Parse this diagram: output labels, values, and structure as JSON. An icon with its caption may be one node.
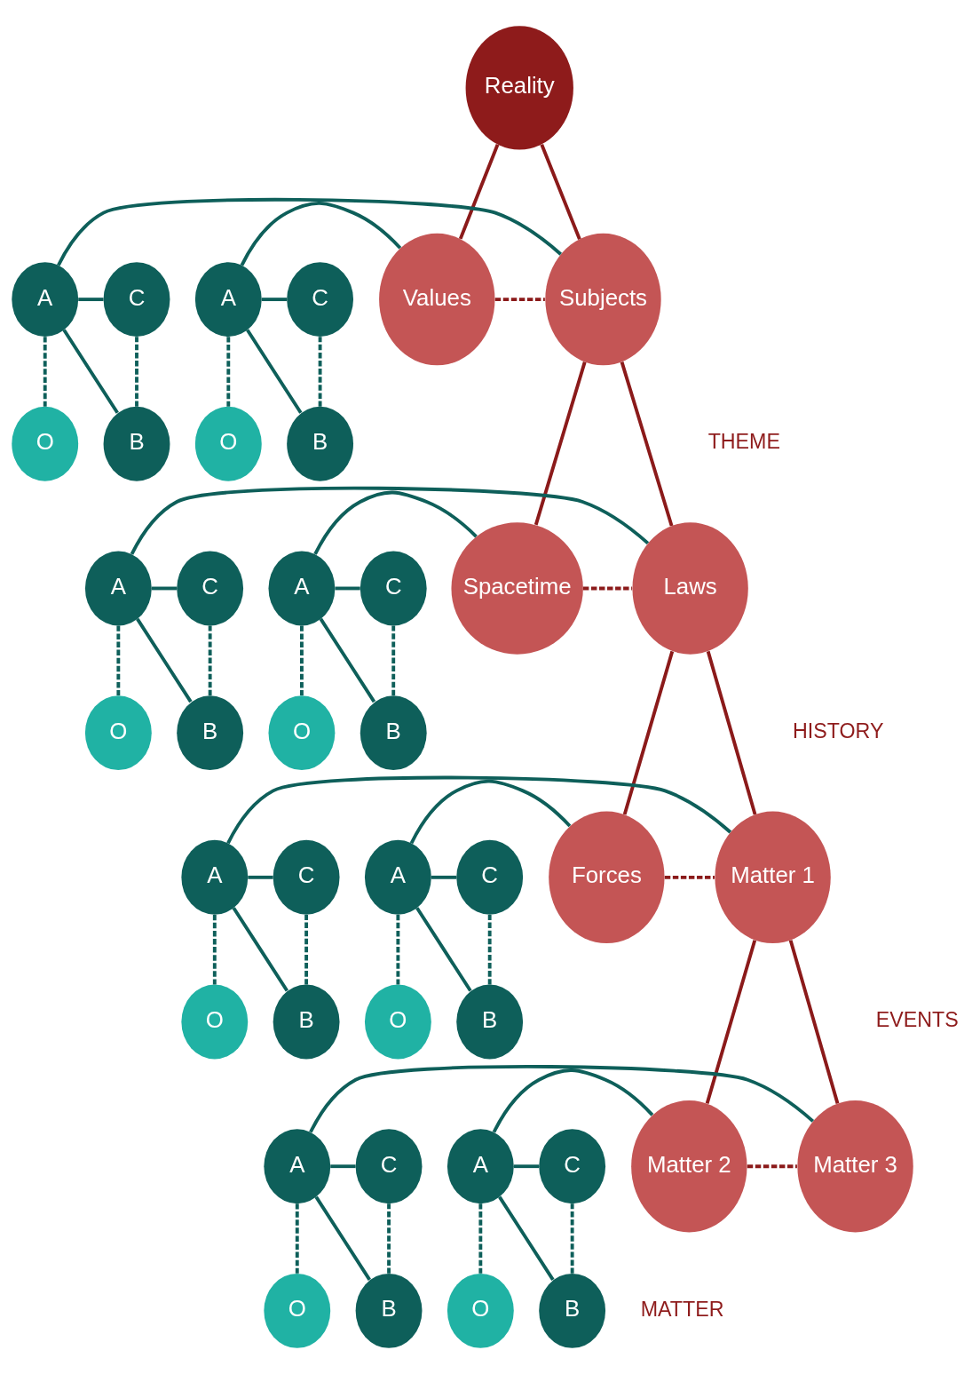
{
  "diagram": {
    "nodes": [
      {
        "text": [
          "Reality"
        ]
      },
      {
        "text": [
          "Values"
        ]
      },
      {
        "text": [
          "Subjects"
        ]
      },
      {
        "text": [
          "Spacetime"
        ]
      },
      {
        "text": [
          "Laws"
        ]
      },
      {
        "text": [
          "Forces"
        ]
      },
      {
        "text": [
          "Matter 1"
        ]
      },
      {
        "text": [
          "Matter 2"
        ]
      },
      {
        "text": [
          "Matter 3"
        ]
      },
      {
        "text": [
          "A"
        ]
      },
      {
        "text": [
          "B"
        ]
      },
      {
        "text": [
          "C"
        ]
      },
      {
        "text": [
          "O"
        ]
      },
      {
        "text": [
          "A"
        ]
      },
      {
        "text": [
          "B"
        ]
      },
      {
        "text": [
          "C"
        ]
      },
      {
        "text": [
          "O"
        ]
      },
      {
        "text": [
          "A"
        ]
      },
      {
        "text": [
          "B"
        ]
      },
      {
        "text": [
          "C"
        ]
      },
      {
        "text": [
          "O"
        ]
      },
      {
        "text": [
          "A"
        ]
      },
      {
        "text": [
          "B"
        ]
      },
      {
        "text": [
          "C"
        ]
      },
      {
        "text": [
          "O"
        ]
      },
      {
        "text": [
          "A"
        ]
      },
      {
        "text": [
          "B"
        ]
      },
      {
        "text": [
          "C"
        ]
      },
      {
        "text": [
          "O"
        ]
      },
      {
        "text": [
          "A"
        ]
      },
      {
        "text": [
          "B"
        ]
      },
      {
        "text": [
          "C"
        ]
      },
      {
        "text": [
          "O"
        ]
      },
      {
        "text": [
          "A"
        ]
      },
      {
        "text": [
          "B"
        ]
      },
      {
        "text": [
          "C"
        ]
      },
      {
        "text": [
          "O"
        ]
      },
      {
        "text": [
          "A"
        ]
      },
      {
        "text": [
          "B"
        ]
      },
      {
        "text": [
          "C"
        ]
      },
      {
        "text": [
          "O"
        ]
      }
    ],
    "edges": [
      {
        "from": 0,
        "to": 1,
        "arrow": "none",
        "color": "#8b1a1a"
      },
      {
        "from": 0,
        "to": 2,
        "arrow": "none",
        "color": "#8b1a1a"
      },
      {
        "from": 1,
        "to": 2,
        "arrow": "none",
        "style": "dashed",
        "color": "#8b1a1a"
      },
      {
        "from": 2,
        "to": 3,
        "arrow": "none",
        "color": "#8b1a1a"
      },
      {
        "from": 2,
        "to": 4,
        "arrow": "none",
        "color": "#8b1a1a"
      },
      {
        "from": 3,
        "to": 4,
        "arrow": "none",
        "style": "dashed",
        "color": "#8b1a1a"
      },
      {
        "from": 4,
        "to": 5,
        "arrow": "none",
        "color": "#8b1a1a"
      },
      {
        "from": 4,
        "to": 6,
        "arrow": "none",
        "color": "#8b1a1a"
      },
      {
        "from": 5,
        "to": 6,
        "arrow": "none",
        "style": "dashed",
        "color": "#8b1a1a"
      },
      {
        "from": 6,
        "to": 7,
        "arrow": "none",
        "color": "#8b1a1a"
      },
      {
        "from": 6,
        "to": 8,
        "arrow": "none",
        "color": "#8b1a1a"
      },
      {
        "from": 7,
        "to": 8,
        "arrow": "none",
        "style": "dashed",
        "color": "#8b1a1a"
      },
      {
        "from": 9,
        "to": 1,
        "arrow": "none"
      },
      {
        "from": 9,
        "to": 10,
        "arrow": "none"
      },
      {
        "from": 9,
        "to": 11,
        "arrow": "none"
      },
      {
        "from": 10,
        "to": 11,
        "arrow": "none",
        "style": "dashed"
      },
      {
        "from": 9,
        "to": 12,
        "arrow": "none",
        "style": "dashed"
      },
      {
        "from": 13,
        "to": 2,
        "arrow": "none"
      },
      {
        "from": 13,
        "to": 14,
        "arrow": "none"
      },
      {
        "from": 13,
        "to": 15,
        "arrow": "none"
      },
      {
        "from": 14,
        "to": 15,
        "arrow": "none",
        "style": "dashed"
      },
      {
        "from": 13,
        "to": 16,
        "arrow": "none",
        "style": "dashed"
      },
      {
        "from": 17,
        "to": 3,
        "arrow": "none"
      },
      {
        "from": 17,
        "to": 18,
        "arrow": "none"
      },
      {
        "from": 17,
        "to": 19,
        "arrow": "none"
      },
      {
        "from": 18,
        "to": 19,
        "arrow": "none",
        "style": "dashed"
      },
      {
        "from": 17,
        "to": 20,
        "arrow": "none",
        "style": "dashed"
      },
      {
        "from": 21,
        "to": 4,
        "arrow": "none"
      },
      {
        "from": 21,
        "to": 22,
        "arrow": "none"
      },
      {
        "from": 21,
        "to": 23,
        "arrow": "none"
      },
      {
        "from": 22,
        "to": 23,
        "arrow": "none",
        "style": "dashed"
      },
      {
        "from": 21,
        "to": 24,
        "arrow": "none",
        "style": "dashed"
      },
      {
        "from": 25,
        "to": 5,
        "arrow": "none"
      },
      {
        "from": 25,
        "to": 26,
        "arrow": "none"
      },
      {
        "from": 25,
        "to": 27,
        "arrow": "none"
      },
      {
        "from": 26,
        "to": 27,
        "arrow": "none",
        "style": "dashed"
      },
      {
        "from": 25,
        "to": 28,
        "arrow": "none",
        "style": "dashed"
      },
      {
        "from": 29,
        "to": 6,
        "arrow": "none"
      },
      {
        "from": 29,
        "to": 30,
        "arrow": "none"
      },
      {
        "from": 29,
        "to": 31,
        "arrow": "none"
      },
      {
        "from": 30,
        "to": 31,
        "arrow": "none",
        "style": "dashed"
      },
      {
        "from": 29,
        "to": 32,
        "arrow": "none",
        "style": "dashed"
      },
      {
        "from": 33,
        "to": 7,
        "arrow": "none"
      },
      {
        "from": 33,
        "to": 34,
        "arrow": "none"
      },
      {
        "from": 33,
        "to": 35,
        "arrow": "none"
      },
      {
        "from": 34,
        "to": 35,
        "arrow": "none",
        "style": "dashed"
      },
      {
        "from": 33,
        "to": 36,
        "arrow": "none",
        "style": "dashed"
      },
      {
        "from": 37,
        "to": 8,
        "arrow": "none"
      },
      {
        "from": 37,
        "to": 38,
        "arrow": "none"
      },
      {
        "from": 37,
        "to": 39,
        "arrow": "none"
      },
      {
        "from": 38,
        "to": 39,
        "arrow": "none",
        "style": "dashed"
      },
      {
        "from": 37,
        "to": 40,
        "arrow": "none",
        "style": "dashed"
      }
    ],
    "labels": [
      "THEME",
      "HISTORY",
      "EVENTS",
      "MATTER"
    ]
  }
}
